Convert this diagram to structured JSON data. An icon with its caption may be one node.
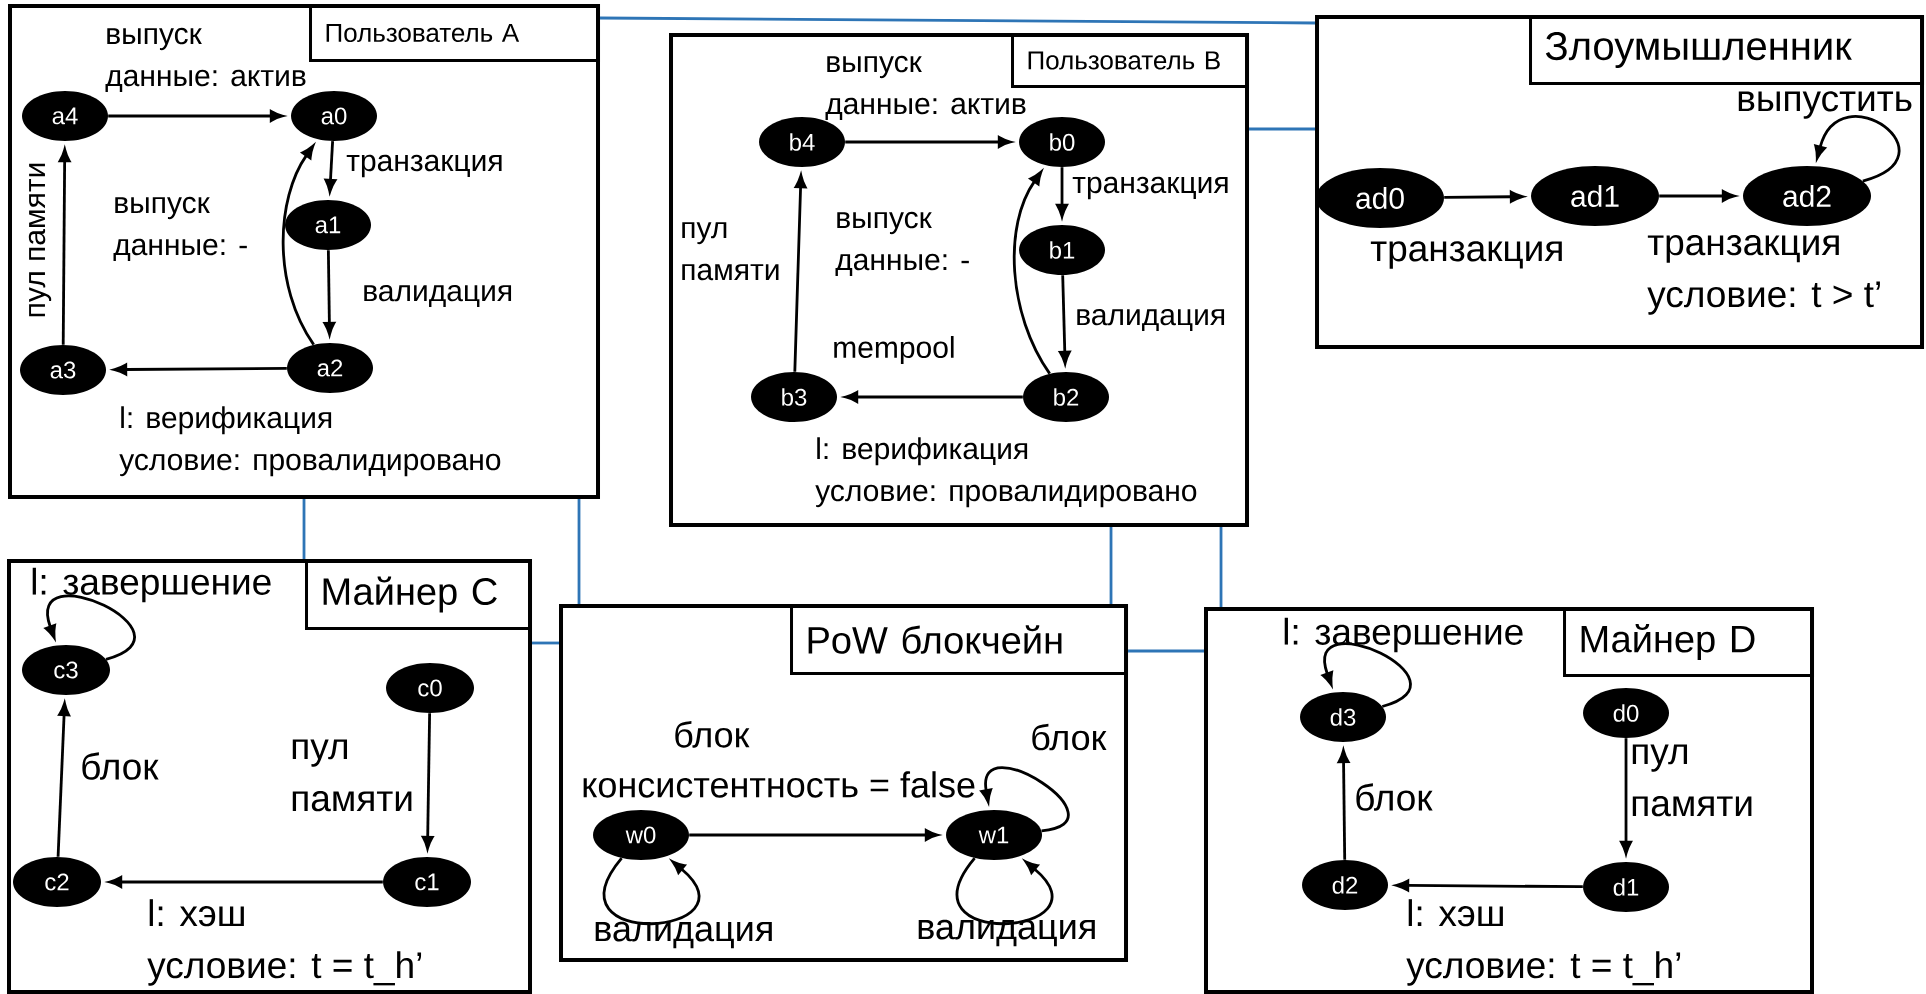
{
  "diagram": {
    "nodes": [
      {
        "text": [
          "Пользователь A"
        ]
      },
      {
        "text": [
          "a0"
        ],
        "in": 0
      },
      {
        "text": [
          "a1"
        ],
        "in": 0
      },
      {
        "text": [
          "a2"
        ],
        "in": 0
      },
      {
        "text": [
          "a3"
        ],
        "in": 0
      },
      {
        "text": [
          "a4"
        ],
        "in": 0
      },
      {
        "text": [
          "Пользователь B"
        ]
      },
      {
        "text": [
          "b0"
        ],
        "in": 6
      },
      {
        "text": [
          "b1"
        ],
        "in": 6
      },
      {
        "text": [
          "b2"
        ],
        "in": 6
      },
      {
        "text": [
          "b3"
        ],
        "in": 6
      },
      {
        "text": [
          "b4"
        ],
        "in": 6
      },
      {
        "text": [
          "Злоумышленник"
        ]
      },
      {
        "text": [
          "ad0"
        ],
        "in": 12
      },
      {
        "text": [
          "ad1"
        ],
        "in": 12
      },
      {
        "text": [
          "ad2"
        ],
        "in": 12
      },
      {
        "text": [
          "Майнер C"
        ]
      },
      {
        "text": [
          "c0"
        ],
        "in": 16
      },
      {
        "text": [
          "c1"
        ],
        "in": 16
      },
      {
        "text": [
          "c2"
        ],
        "in": 16
      },
      {
        "text": [
          "c3"
        ],
        "in": 16
      },
      {
        "text": [
          "PoW блокчейн"
        ]
      },
      {
        "text": [
          "w0"
        ],
        "in": 21
      },
      {
        "text": [
          "w1"
        ],
        "in": 21
      },
      {
        "text": [
          "Майнер D"
        ]
      },
      {
        "text": [
          "d0"
        ],
        "in": 24
      },
      {
        "text": [
          "d1"
        ],
        "in": 24
      },
      {
        "text": [
          "d2"
        ],
        "in": 24
      },
      {
        "text": [
          "d3"
        ],
        "in": 24
      }
    ],
    "edges": [
      {
        "from": 5,
        "to": 1,
        "arrow": "to",
        "label": "выпуск данные: актив"
      },
      {
        "from": 1,
        "to": 2,
        "arrow": "to",
        "label": "транзакция"
      },
      {
        "from": 2,
        "to": 3,
        "arrow": "to",
        "label": "валидация"
      },
      {
        "from": 3,
        "to": 4,
        "arrow": "to",
        "label": "l: верификация условие: провалидировано"
      },
      {
        "from": 4,
        "to": 5,
        "arrow": "to",
        "label": "пул памяти"
      },
      {
        "from": 3,
        "to": 1,
        "arrow": "to",
        "label": "выпуск данные: -"
      },
      {
        "from": 11,
        "to": 7,
        "arrow": "to",
        "label": "выпуск данные: актив"
      },
      {
        "from": 7,
        "to": 8,
        "arrow": "to",
        "label": "транзакция"
      },
      {
        "from": 8,
        "to": 9,
        "arrow": "to",
        "label": "валидация"
      },
      {
        "from": 9,
        "to": 10,
        "arrow": "to",
        "label": "l: верификация условие: провалидировано"
      },
      {
        "from": 10,
        "to": 11,
        "arrow": "to",
        "label": "пул памяти"
      },
      {
        "from": 9,
        "to": 7,
        "arrow": "to",
        "label": "выпуск данные: -"
      },
      {
        "from": 13,
        "to": 14,
        "arrow": "to",
        "label": "транзакция"
      },
      {
        "from": 14,
        "to": 15,
        "arrow": "to",
        "label": "транзакция условие: t > t’"
      },
      {
        "from": 15,
        "to": 15,
        "arrow": "to",
        "label": "выпустить"
      },
      {
        "from": 17,
        "to": 18,
        "arrow": "to",
        "label": "пул памяти"
      },
      {
        "from": 18,
        "to": 19,
        "arrow": "to",
        "label": "l: хэш условие: t = t_h’"
      },
      {
        "from": 19,
        "to": 20,
        "arrow": "to",
        "label": "блок"
      },
      {
        "from": 20,
        "to": 20,
        "arrow": "to",
        "label": "l: завершение"
      },
      {
        "from": 22,
        "to": 23,
        "arrow": "to",
        "label": "блок консистентность = false"
      },
      {
        "from": 22,
        "to": 22,
        "arrow": "to",
        "label": "валидация"
      },
      {
        "from": 23,
        "to": 23,
        "arrow": "to",
        "label": "валидация"
      },
      {
        "from": 23,
        "to": 23,
        "arrow": "to",
        "label": "блок"
      },
      {
        "from": 25,
        "to": 26,
        "arrow": "to",
        "label": "пул памяти"
      },
      {
        "from": 26,
        "to": 27,
        "arrow": "to",
        "label": "l: хэш условие: t = t_h’"
      },
      {
        "from": 27,
        "to": 28,
        "arrow": "to",
        "label": "блок"
      },
      {
        "from": 28,
        "to": 28,
        "arrow": "to",
        "label": "l: завершение"
      },
      {
        "from": 0,
        "to": 12,
        "arrow": "none",
        "color": "#2e75b6"
      },
      {
        "from": 6,
        "to": 12,
        "arrow": "none",
        "color": "#2e75b6"
      },
      {
        "from": 0,
        "to": 16,
        "arrow": "none",
        "color": "#2e75b6"
      },
      {
        "from": 0,
        "to": 21,
        "arrow": "none",
        "color": "#2e75b6"
      },
      {
        "from": 16,
        "to": 21,
        "arrow": "none",
        "color": "#2e75b6"
      },
      {
        "from": 6,
        "to": 21,
        "arrow": "none",
        "color": "#2e75b6"
      },
      {
        "from": 6,
        "to": 24,
        "arrow": "none",
        "color": "#2e75b6"
      },
      {
        "from": 21,
        "to": 24,
        "arrow": "none",
        "color": "#2e75b6"
      }
    ],
    "labels": [
      "mempool"
    ]
  }
}
